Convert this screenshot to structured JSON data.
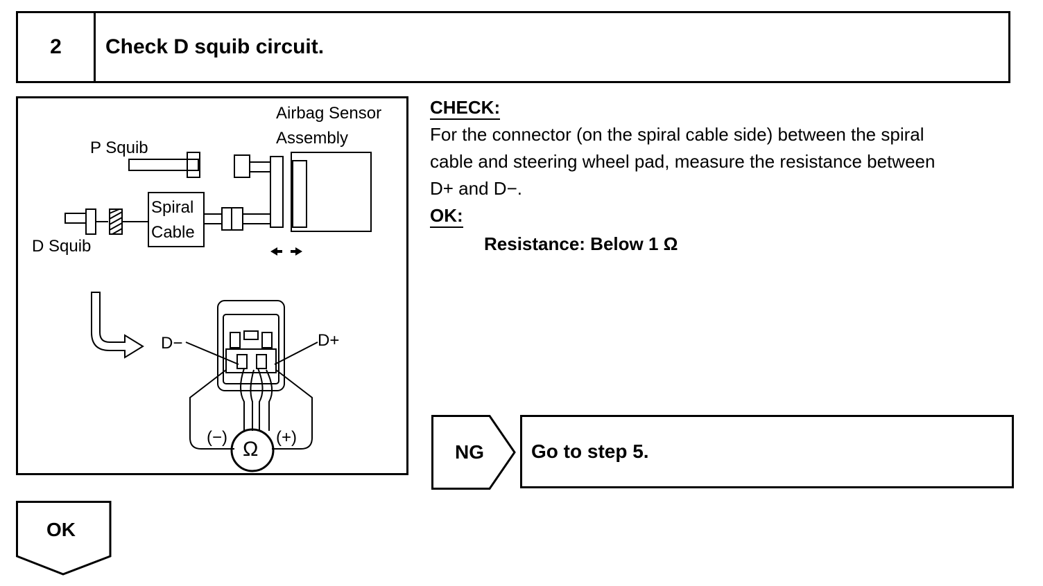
{
  "step": {
    "number": "2",
    "title": "Check D squib circuit."
  },
  "diagram": {
    "labels": {
      "airbag_sensor_line1": "Airbag Sensor",
      "airbag_sensor_line2": "Assembly",
      "p_squib": "P Squib",
      "d_squib": "D Squib",
      "spiral_line1": "Spiral",
      "spiral_line2": "Cable",
      "d_minus": "D−",
      "d_plus": "D+",
      "meter_minus": "(−)",
      "meter_plus": "(+)",
      "ohm_symbol": "Ω"
    }
  },
  "check": {
    "heading": "CHECK:",
    "lines": [
      "For the connector (on the spiral cable side) between the spiral",
      "cable and steering wheel pad, measure the resistance between",
      "D+ and D−."
    ],
    "ok_heading": "OK:",
    "spec": "Resistance: Below 1 Ω"
  },
  "results": {
    "ng_label": "NG",
    "ng_action": "Go to step 5.",
    "ok_label": "OK"
  }
}
